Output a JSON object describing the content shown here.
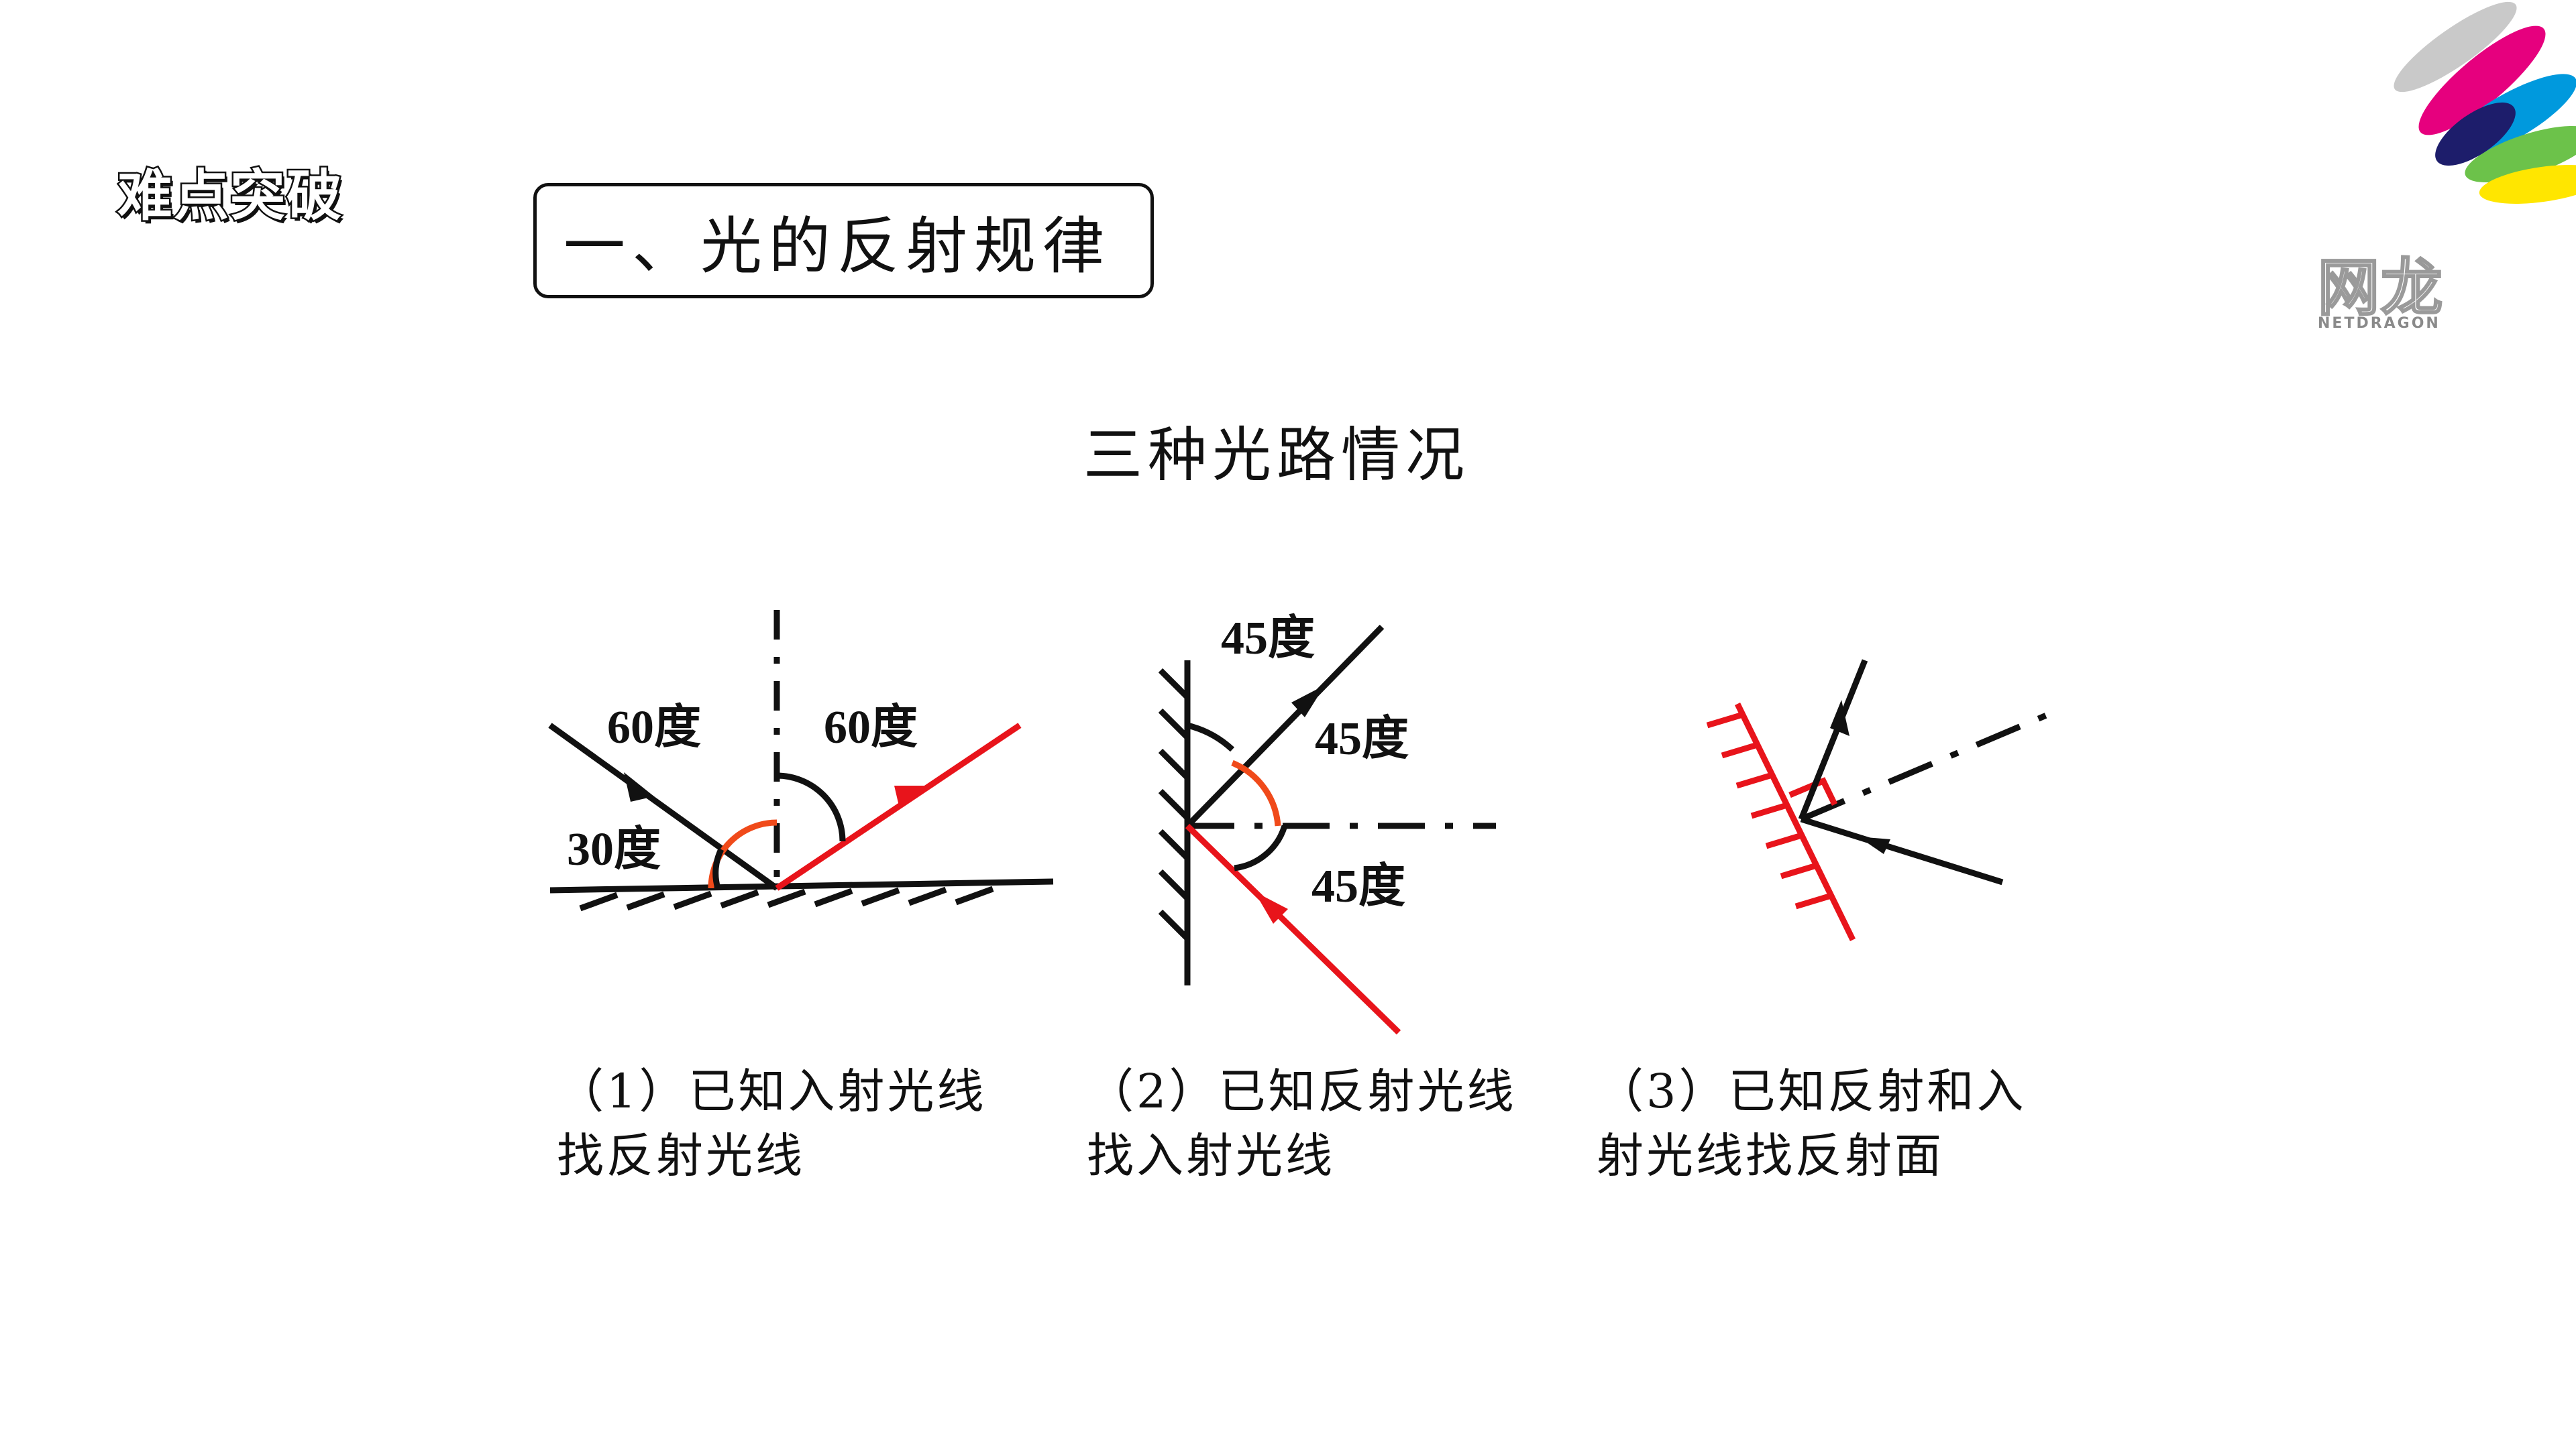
{
  "header": {
    "badge": "难点突破",
    "title": "一、光的反射规律"
  },
  "subtitle": "三种光路情况",
  "diagrams": {
    "d1": {
      "label_incident_normal": "60度",
      "label_reflected_normal": "60度",
      "label_surface": "30度"
    },
    "d2": {
      "label_top": "45度",
      "label_mid": "45度",
      "label_bottom": "45度"
    }
  },
  "captions": [
    {
      "line1": "（1）已知入射光线",
      "line2": "找反射光线"
    },
    {
      "line1": "（2）已知反射光线",
      "line2": "找入射光线"
    },
    {
      "line1": "（3）已知反射和入",
      "line2": "射光线找反射面"
    }
  ],
  "logo": {
    "text": "网龙",
    "sub": "NETDRAGON"
  },
  "colors": {
    "accent": "#e8141b",
    "arc": "#f04a1a",
    "ink": "#111111"
  }
}
